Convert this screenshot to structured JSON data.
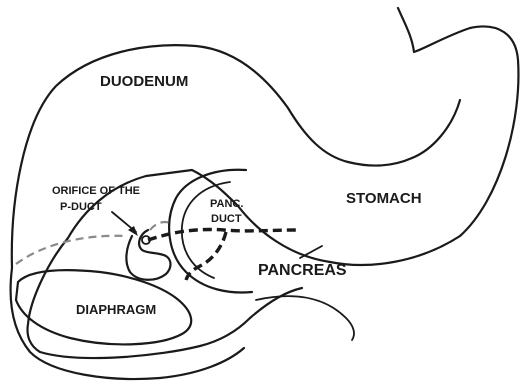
{
  "labels": {
    "duodenum": "DUODENUM",
    "stomach": "STOMACH",
    "orifice_line1": "ORIFICE OF THE",
    "orifice_line2": "P-DUCT",
    "panc_duct_line1": "PANC.",
    "panc_duct_line2": "DUCT",
    "pancreas": "PANCREAS",
    "diaphragm": "DIAPHRAGM"
  }
}
